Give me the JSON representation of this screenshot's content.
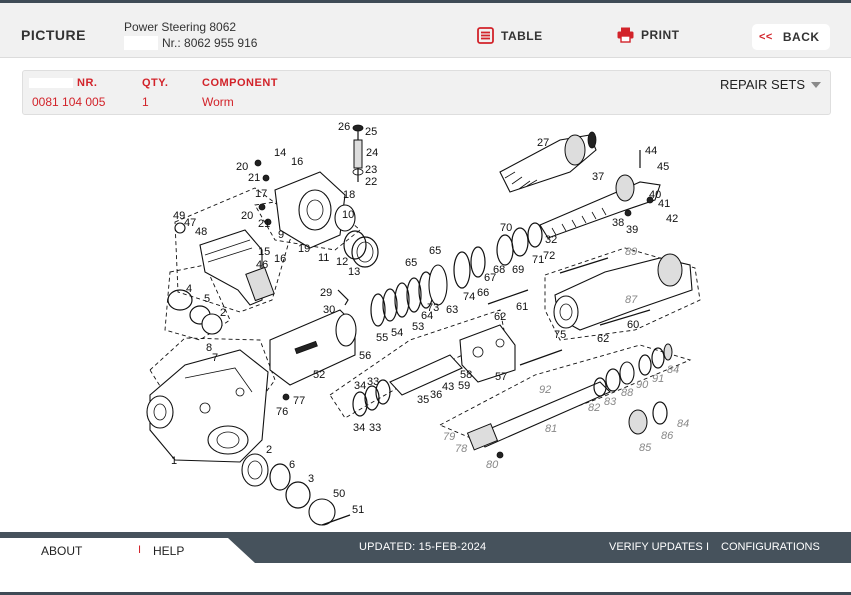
{
  "header": {
    "title": "PICTURE",
    "product": "Power Steering 8062",
    "number_label": "Nr.:",
    "number_value": "8062 955 916",
    "table_label": "TABLE",
    "print_label": "PRINT",
    "back_label": "BACK",
    "back_chevron": "<<"
  },
  "parts_table": {
    "columns": {
      "nr": "NR.",
      "qty": "QTY.",
      "component": "COMPONENT"
    },
    "row": {
      "nr": "0081 104 005",
      "qty": "1",
      "component": "Worm"
    },
    "repair_sets_label": "REPAIR SETS"
  },
  "diagram": {
    "labels_black": [
      "1",
      "2",
      "2",
      "3",
      "4",
      "5",
      "6",
      "8",
      "7",
      "9",
      "10",
      "11",
      "12",
      "13",
      "14",
      "15",
      "16",
      "16",
      "17",
      "18",
      "19",
      "20",
      "20",
      "21",
      "21",
      "22",
      "23",
      "24",
      "25",
      "26",
      "27",
      "29",
      "30",
      "32",
      "33",
      "33",
      "34",
      "34",
      "35",
      "36",
      "37",
      "38",
      "39",
      "40",
      "41",
      "42",
      "43",
      "44",
      "45",
      "46",
      "47",
      "48",
      "49",
      "50",
      "51",
      "52",
      "53",
      "54",
      "55",
      "56",
      "57",
      "58",
      "59",
      "60",
      "61",
      "62",
      "62",
      "63",
      "64",
      "65",
      "65",
      "66",
      "67",
      "68",
      "69",
      "70",
      "71",
      "72",
      "73",
      "74",
      "75",
      "76",
      "77"
    ],
    "labels_gray": [
      "78",
      "79",
      "80",
      "81",
      "82",
      "83",
      "84",
      "84",
      "85",
      "86",
      "87",
      "88",
      "89",
      "90",
      "91",
      "92"
    ]
  },
  "footer": {
    "about": "ABOUT",
    "separator": "I",
    "help": "HELP",
    "updated": "UPDATED: 15-FEB-2024",
    "verify": "VERIFY UPDATES",
    "separator2": "I",
    "configurations": "CONFIGURATIONS"
  },
  "colors": {
    "accent": "#d2232a",
    "header_bg": "#f1f1f1",
    "footer_bg": "#46525c"
  },
  "icons": {
    "table": "table-list-icon",
    "print": "printer-icon",
    "back": "chevron-double-left-icon",
    "repair_sets": "caret-down-icon"
  }
}
